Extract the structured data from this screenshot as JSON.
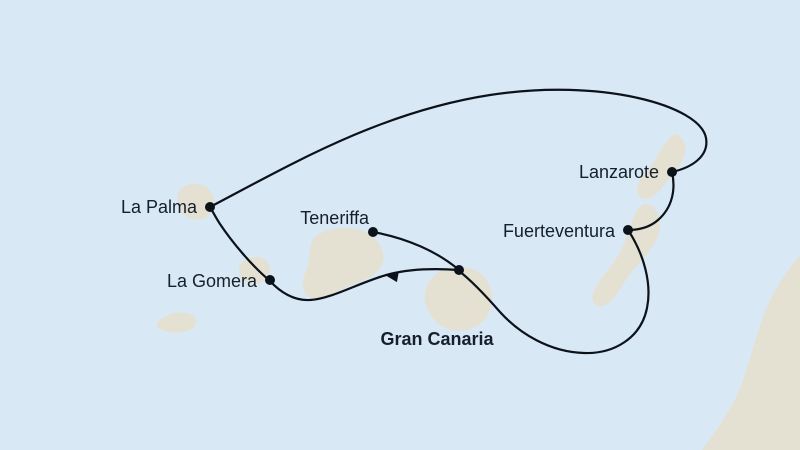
{
  "map": {
    "region": "Canary Islands cruise itinerary",
    "colors": {
      "sea": "#d9e8f5",
      "land": "#e4e1d3",
      "route": "#0c1219",
      "label": "#15202a"
    },
    "ports": {
      "la_palma": {
        "label": "La Palma"
      },
      "teneriffa": {
        "label": "Teneriffa"
      },
      "lanzarote": {
        "label": "Lanzarote"
      },
      "fuerteventura": {
        "label": "Fuerteventura"
      },
      "la_gomera": {
        "label": "La Gomera"
      },
      "gran_canaria": {
        "label": "Gran Canaria",
        "highlight": true
      }
    },
    "route_segments": [
      {
        "from": "La Palma",
        "to": "Lanzarote",
        "shape": "wide loop across the north"
      },
      {
        "from": "Lanzarote",
        "to": "Fuerteventura"
      },
      {
        "from": "Fuerteventura",
        "to": "Gran Canaria",
        "shape": "loop to the south"
      },
      {
        "from": "Gran Canaria",
        "to": "Teneriffa"
      },
      {
        "from": "Gran Canaria",
        "to": "La Gomera",
        "arrow": true
      },
      {
        "from": "La Gomera",
        "to": "La Palma"
      }
    ],
    "arrow": {
      "between": [
        "Gran Canaria",
        "La Gomera"
      ],
      "pointing_toward": "La Gomera"
    }
  }
}
